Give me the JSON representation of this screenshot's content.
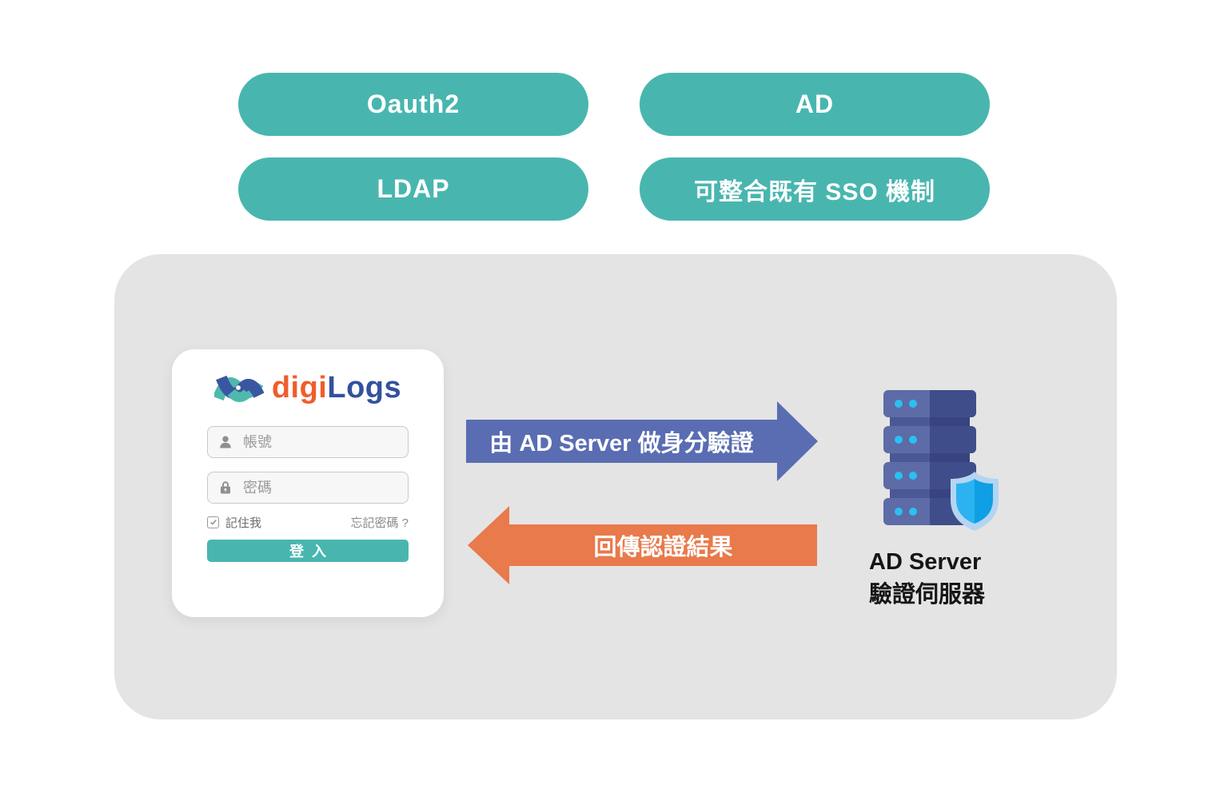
{
  "pills": [
    {
      "label": "Oauth2"
    },
    {
      "label": "AD"
    },
    {
      "label": "LDAP"
    },
    {
      "label": "可整合既有 SSO 機制"
    }
  ],
  "login_card": {
    "brand": {
      "digi": "digi",
      "logs": "Logs"
    },
    "username_placeholder": "帳號",
    "password_placeholder": "密碼",
    "remember_me_label": "記住我",
    "remember_me_checked": true,
    "forgot_password_label": "忘記密碼 ?",
    "login_button_label": "登入"
  },
  "flow": {
    "auth_request_label": "由 AD Server 做身分驗證",
    "auth_response_label": "回傳認證結果"
  },
  "server": {
    "title": "AD Server",
    "subtitle": "驗證伺服器"
  },
  "colors": {
    "pill_teal": "#48B6AF",
    "panel_gray": "#E4E4E4",
    "arrow_blue": "#5A6DB2",
    "arrow_orange": "#E87A4C",
    "brand_orange": "#F15C2B",
    "brand_blue": "#33519F",
    "server_body_light": "#5D6BA7",
    "server_body_dark": "#3F4D8A",
    "led_cyan": "#2AC0F2",
    "shield_outer": "#B3D5F2",
    "shield_inner_left": "#2AB3F0",
    "shield_inner_right": "#0F9FE5"
  }
}
